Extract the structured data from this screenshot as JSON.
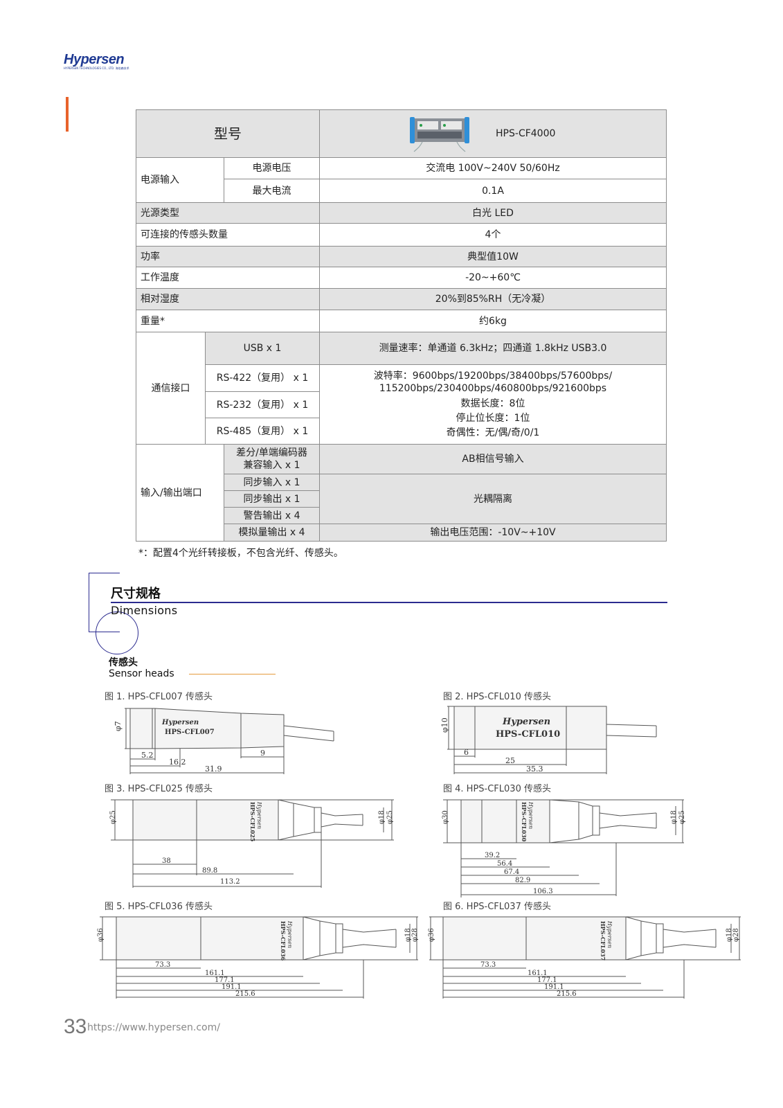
{
  "logo": {
    "word": "Hypersen",
    "sub": "HYPERSEN TECHNOLOGIES CO., LTD. 海伯森技术"
  },
  "spec": {
    "model_label": "型号",
    "model_value": "HPS-CF4000",
    "rows": {
      "power_input": "电源输入",
      "supply_voltage": "电源电压",
      "supply_voltage_v": "交流电 100V~240V 50/60Hz",
      "max_current": "最大电流",
      "max_current_v": "0.1A",
      "light_source": "光源类型",
      "light_source_v": "白光 LED",
      "heads": "可连接的传感头数量",
      "heads_v": "4个",
      "power": "功率",
      "power_v": "典型值10W",
      "temp": "工作温度",
      "temp_v": "-20~+60℃",
      "humidity": "相对湿度",
      "humidity_v": "20%到85%RH（无冷凝）",
      "weight": "重量*",
      "weight_v": "约6kg",
      "comm": "通信接口",
      "usb": "USB x 1",
      "usb_v": "测量速率：单通道 6.3kHz；四通道 1.8kHz USB3.0",
      "rs422": "RS-422（复用） x 1",
      "rs232": "RS-232（复用） x 1",
      "rs485": "RS-485（复用） x 1",
      "serial_v1": "波特率：9600bps/19200bps/38400bps/57600bps/",
      "serial_v2": "115200bps/230400bps/460800bps/921600bps",
      "serial_v3": "数据长度：8位",
      "serial_v4": "停止位长度：1位",
      "serial_v5": "奇偶性：无/偶/奇/0/1",
      "io": "输入/输出端口",
      "encoder1": "差分/单端编码器",
      "encoder2": "兼容输入 x 1",
      "encoder_v": "AB相信号输入",
      "sync_in": "同步输入 x 1",
      "sync_out": "同步输出 x 1",
      "alarm": "警告输出 x 4",
      "opto_v": "光耦隔离",
      "analog": "模拟量输出 x 4",
      "analog_v": "输出电压范围：-10V~+10V"
    },
    "note": "*：配置4个光纤转接板，不包含光纤、传感头。"
  },
  "section": {
    "title": "尺寸规格",
    "subtitle": "Dimensions"
  },
  "sensor_heads": {
    "title": "传感头",
    "subtitle": "Sensor heads"
  },
  "figures": [
    {
      "caption": "图 1. HPS-CFL007 传感头",
      "label": "HPS-CFL007",
      "dia": "φ7",
      "dims": [
        "5.2",
        "16.2",
        "31.9",
        "9"
      ]
    },
    {
      "caption": "图 2. HPS-CFL010 传感头",
      "label": "HPS-CFL010",
      "dia": "φ10",
      "dims": [
        "6",
        "25",
        "35.3"
      ]
    },
    {
      "caption": "图 3. HPS-CFL025 传感头",
      "label": "HPS-CFL025",
      "dia": "φ25",
      "dia2": "φ18",
      "dia3": "φ25",
      "dims": [
        "38",
        "89.8",
        "113.2"
      ]
    },
    {
      "caption": "图 4. HPS-CFL030 传感头",
      "label": "HPS-CFL030",
      "dia": "φ30",
      "dia2": "φ18",
      "dia3": "φ25",
      "dims": [
        "39.2",
        "56.4",
        "67.4",
        "82.9",
        "106.3"
      ]
    },
    {
      "caption": "图 5. HPS-CFL036 传感头",
      "label": "HPS-CFL036",
      "dia": "φ36",
      "dia2": "φ18",
      "dia3": "φ28",
      "dims": [
        "73.3",
        "161.1",
        "177.1",
        "191.1",
        "215.6"
      ]
    },
    {
      "caption": "图 6. HPS-CFL037 传感头",
      "label": "HPS-CFL037",
      "dia": "φ36",
      "dia2": "φ18",
      "dia3": "φ28",
      "dims": [
        "73.3",
        "161.1",
        "177.1",
        "191.1",
        "215.6"
      ]
    }
  ],
  "brand_mark": "Hypersen",
  "footer": {
    "page": "33",
    "url": "https://www.hypersen.com/"
  },
  "colors": {
    "brand_blue": "#1f3a93",
    "accent_orange": "#e8632b",
    "section_navy": "#2b2b8f",
    "table_shade": "#e3e3e3"
  }
}
